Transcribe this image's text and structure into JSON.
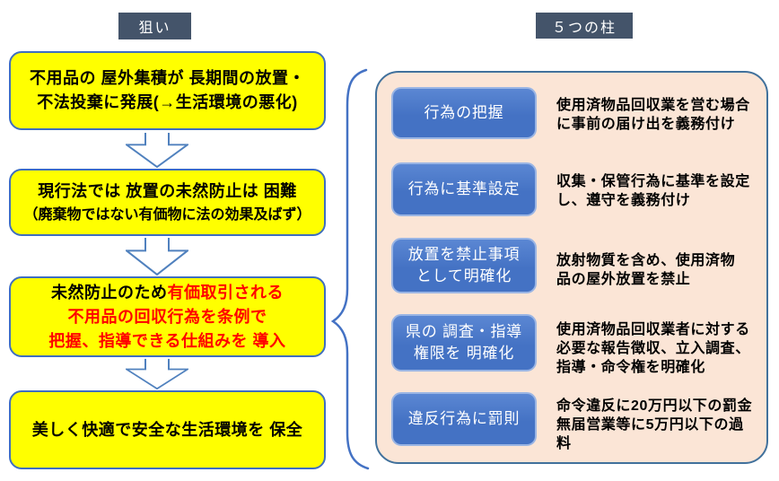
{
  "colors": {
    "header_bg": "#44546A",
    "header_text": "#FFFFFF",
    "yellow_box_bg": "#FFFF00",
    "yellow_box_border": "#3F6EC0",
    "pillar_box_bg": "#4472C4",
    "pillar_box_border": "#9AB5E4",
    "panel_bg": "#FBE5D6",
    "panel_border": "#41719C",
    "emphasis_red": "#FF0000",
    "arrow_outline": "#5081BE",
    "brace_stroke": "#4472C4"
  },
  "icons": {
    "down_arrow": "down-arrow-icon",
    "brace": "left-curly-brace-icon"
  },
  "aim": {
    "header": "狙い",
    "box1": {
      "text": "不用品の 屋外集積が 長期間の放置・\n不法投棄に発展(→生活環境の悪化)"
    },
    "box2": {
      "line1": "現行法では 放置の未然防止は 困難",
      "line2": "（廃棄物ではない有価物に法の効果及ばず）"
    },
    "box3": {
      "line1_black": "未然防止のため",
      "line1_red": "有価取引される",
      "line2_red": "不用品の回収行為を条例で",
      "line3_red": "把握、指導できる仕組みを 導入"
    },
    "box4": {
      "text": "美しく快適で安全な生活環境を 保全"
    }
  },
  "pillars": {
    "header": "５つの柱",
    "items": [
      {
        "label": "行為の把握",
        "desc": "使用済物品回収業を営む場合\nに事前の届け出を義務付け"
      },
      {
        "label": "行為に基準設定",
        "desc": "収集・保管行為に基準を設定\nし、遵守を義務付け"
      },
      {
        "label": "放置を禁止事項\nとして明確化",
        "desc": "放射物質を含め、使用済物\n品の屋外放置を禁止"
      },
      {
        "label": "県の 調査・指導\n権限を 明確化",
        "desc": "使用済物品回収業者に対する\n必要な報告徴収、立入調査、\n指導・命令権を明確化"
      },
      {
        "label": "違反行為に罰則",
        "desc": "命令違反に20万円以下の罰金\n無届営業等に5万円以下の過\n料"
      }
    ]
  }
}
